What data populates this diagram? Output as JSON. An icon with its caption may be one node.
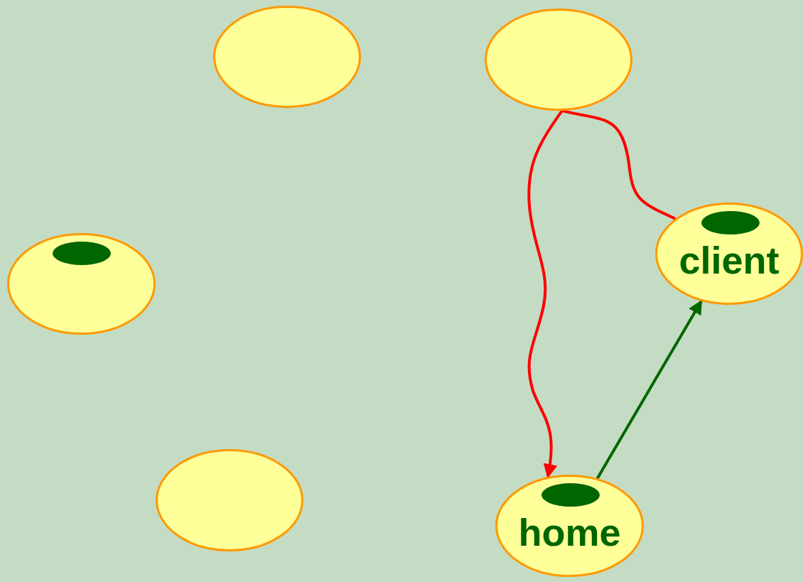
{
  "diagram": {
    "nodes": [
      {
        "text": [],
        "shape": "ellipse"
      },
      {
        "text": [],
        "shape": "ellipse"
      },
      {
        "text": [
          "client"
        ]
      },
      {
        "text": [],
        "shape": "ellipse",
        "in": 2
      },
      {
        "text": [],
        "shape": "ellipse"
      },
      {
        "text": [],
        "shape": "ellipse",
        "in": 4
      },
      {
        "text": [],
        "shape": "ellipse"
      },
      {
        "text": [
          "home"
        ]
      },
      {
        "text": [],
        "shape": "ellipse",
        "in": 7
      }
    ],
    "edges": [
      {
        "from": 2,
        "to": 1,
        "arrow": "none",
        "color": "#ff0000"
      },
      {
        "from": 1,
        "to": 7,
        "arrow": "to",
        "color": "#ff0000"
      },
      {
        "from": 7,
        "to": 2,
        "arrow": "to",
        "color": "#006600"
      }
    ]
  }
}
